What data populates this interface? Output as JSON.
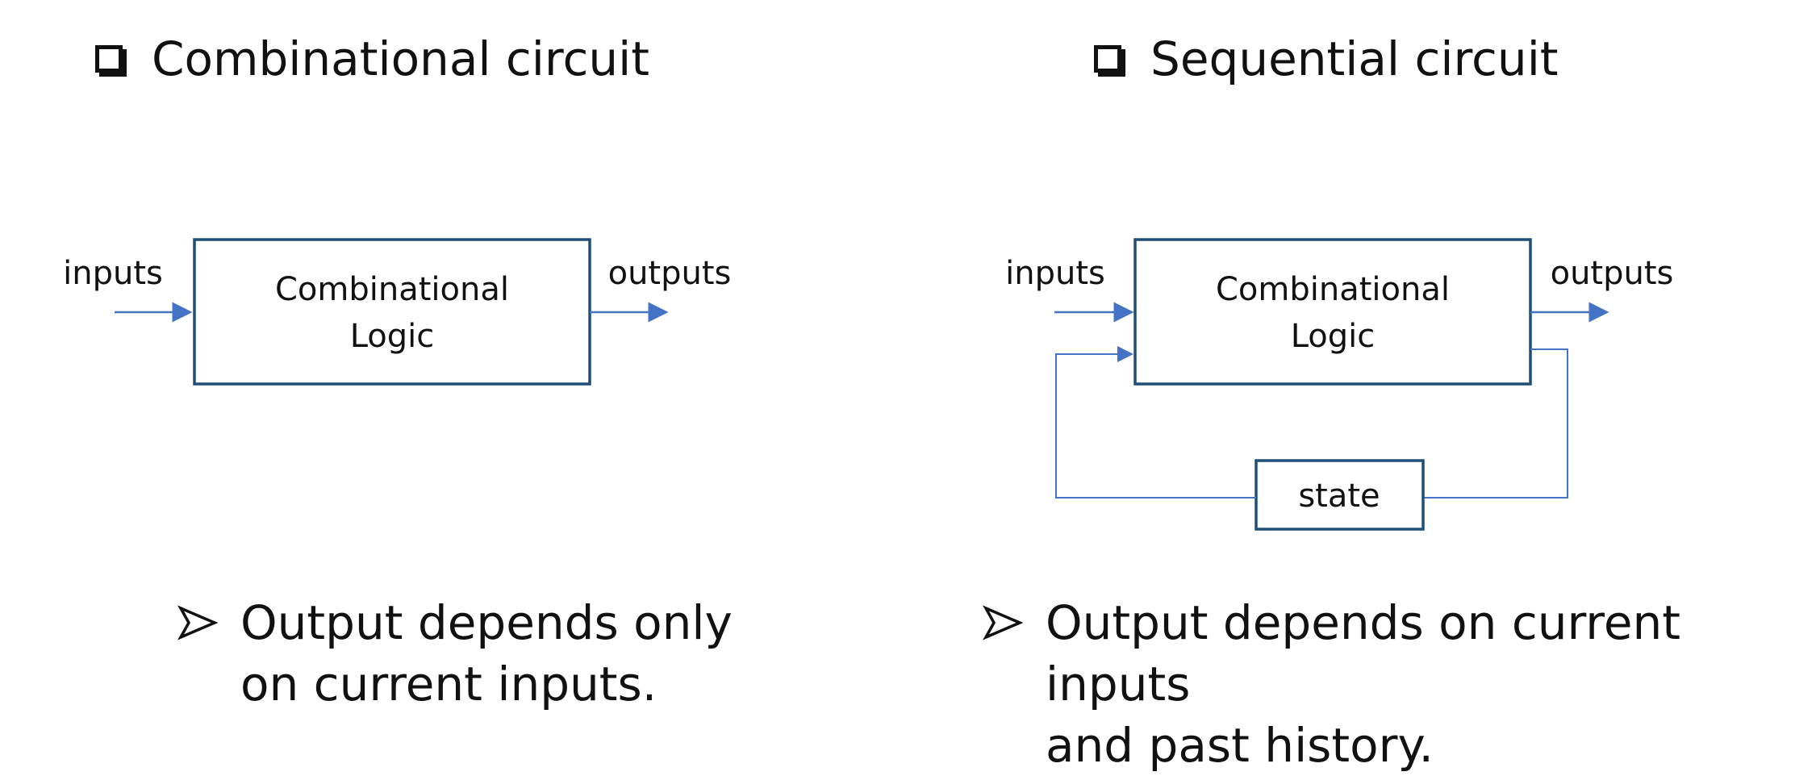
{
  "left": {
    "heading": "Combinational circuit",
    "input_label": "inputs",
    "output_label": "outputs",
    "logic_line1": "Combinational",
    "logic_line2": "Logic",
    "bullet": "Output depends only\non current inputs."
  },
  "right": {
    "heading": "Sequential circuit",
    "input_label": "inputs",
    "output_label": "outputs",
    "logic_line1": "Combinational",
    "logic_line2": "Logic",
    "state_label": "state",
    "bullet": "Output depends on current inputs\nand past history."
  },
  "colors": {
    "box_border": "#1f4e79",
    "arrow": "#4472c4",
    "text": "#111111"
  },
  "icons": {
    "heading_marker": "hollow-square-bullet-icon",
    "bullet_marker": "arrowhead-bullet-icon"
  }
}
